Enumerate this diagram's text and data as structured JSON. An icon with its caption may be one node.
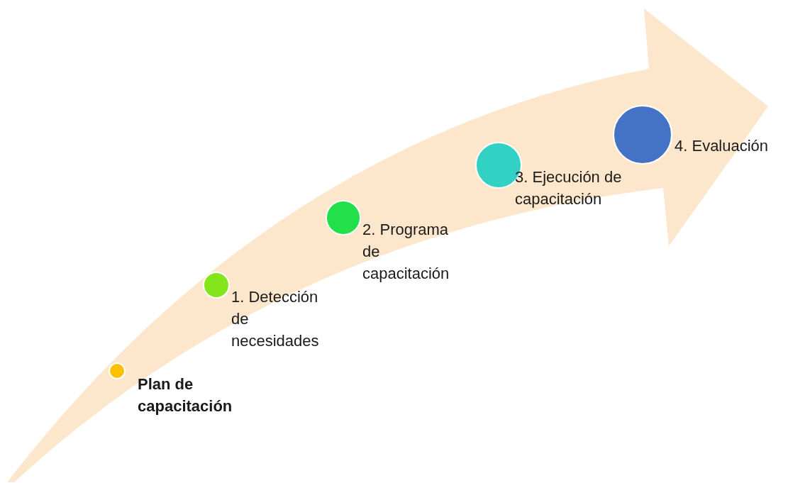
{
  "diagram": {
    "nodes": [
      {
        "text": [],
        "shape": "circle",
        "beside": [
          "Plan de capacitación"
        ]
      },
      {
        "text": [],
        "shape": "circle",
        "beside": [
          "1. Detección de necesidades"
        ]
      },
      {
        "text": [],
        "shape": "circle",
        "beside": [
          "2. Programa de capacitación"
        ]
      },
      {
        "text": [],
        "shape": "circle",
        "beside": [
          "3. Ejecución de capacitación"
        ]
      },
      {
        "text": [],
        "shape": "circle",
        "beside": [
          "4. Evaluación"
        ]
      }
    ]
  }
}
